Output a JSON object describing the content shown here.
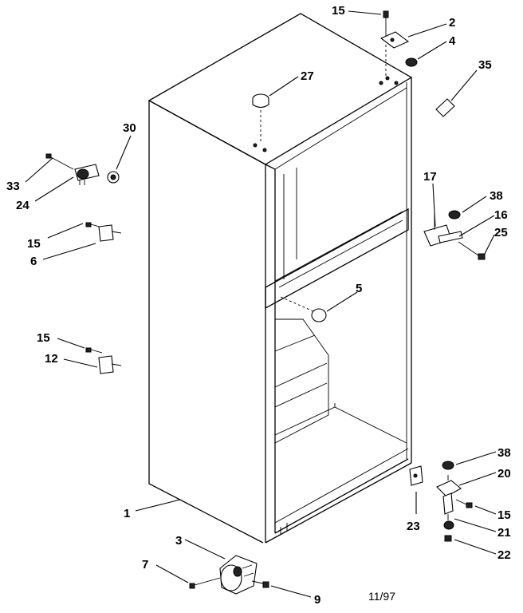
{
  "callouts": {
    "c1": "1",
    "c2": "2",
    "c3": "3",
    "c4": "4",
    "c5": "5",
    "c6": "6",
    "c7": "7",
    "c9": "9",
    "c12": "12",
    "c15a": "15",
    "c15b": "15",
    "c15c": "15",
    "c15d": "15",
    "c16": "16",
    "c17": "17",
    "c20": "20",
    "c21": "21",
    "c22": "22",
    "c23": "23",
    "c24": "24",
    "c25": "25",
    "c27": "27",
    "c30": "30",
    "c33": "33",
    "c35": "35",
    "c38a": "38",
    "c38b": "38"
  },
  "date_code": "11/97"
}
